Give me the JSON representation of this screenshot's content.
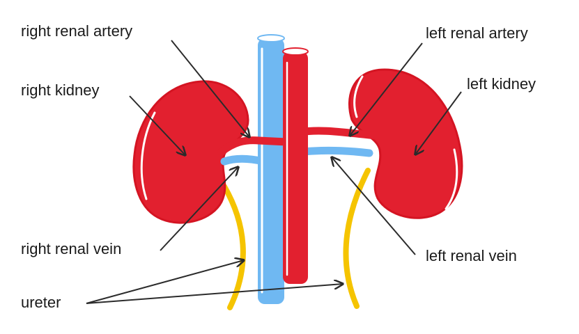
{
  "labels": {
    "right_renal_artery": "right renal artery",
    "right_kidney": "right kidney",
    "right_renal_vein": "right renal vein",
    "ureter": "ureter",
    "left_renal_artery": "left renal artery",
    "left_kidney": "left kidney",
    "left_renal_vein": "left renal vein"
  },
  "colors": {
    "kidney": "#e2202f",
    "artery": "#e2202f",
    "vein": "#6fb8f2",
    "ureter": "#f5c400",
    "outline": "#d41422",
    "highlight": "#ffffff",
    "arrow": "#2b2b2b",
    "text": "#1a1a1a"
  }
}
